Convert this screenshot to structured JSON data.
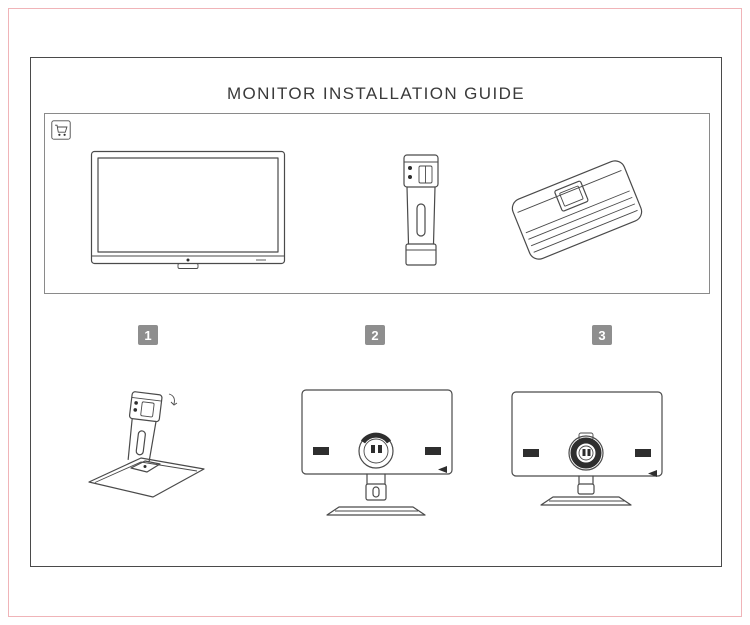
{
  "header": {
    "title": "MONITOR INSTALLATION GUIDE"
  },
  "parts_box": {
    "icon": "cart-icon",
    "items": [
      {
        "name": "monitor-panel"
      },
      {
        "name": "stand-riser"
      },
      {
        "name": "stand-base"
      }
    ]
  },
  "steps": [
    {
      "label": "1",
      "illustration": "stand-riser-attached-to-base"
    },
    {
      "label": "2",
      "illustration": "attach-stand-to-monitor-back"
    },
    {
      "label": "3",
      "illustration": "stand-fully-installed"
    }
  ],
  "colors": {
    "outer_border": "#f0b4b8",
    "sheet_border": "#4a4a4a",
    "parts_box_border": "#8a8a8a",
    "line_art": "#4a4a4a",
    "badge_background": "#8e8e8e",
    "badge_text": "#ffffff",
    "title_text": "#3a3a3a"
  }
}
